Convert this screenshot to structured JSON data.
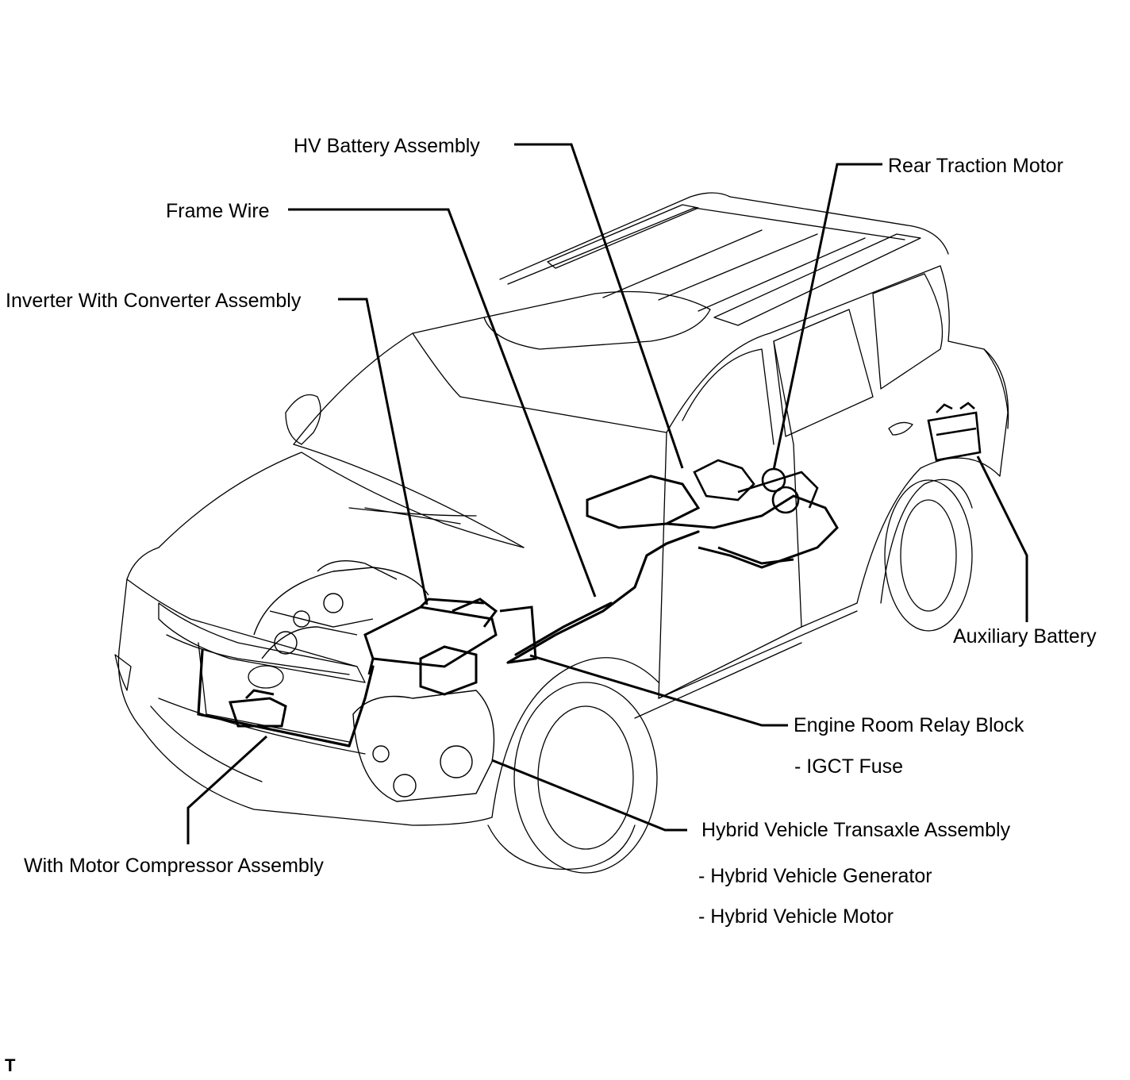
{
  "labels": {
    "hv_battery": "HV Battery Assembly",
    "rear_traction_motor": "Rear Traction Motor",
    "frame_wire": "Frame Wire",
    "inverter": "Inverter With Converter Assembly",
    "auxiliary_battery": "Auxiliary Battery",
    "engine_room_relay_block": "Engine Room Relay Block",
    "igct_fuse": "- IGCT Fuse",
    "transaxle": "Hybrid Vehicle Transaxle Assembly",
    "generator": "- Hybrid Vehicle Generator",
    "motor": "- Hybrid Vehicle Motor",
    "compressor": "With Motor Compressor Assembly"
  },
  "corner_mark": "T",
  "colors": {
    "line": "#000000",
    "background": "#ffffff"
  }
}
